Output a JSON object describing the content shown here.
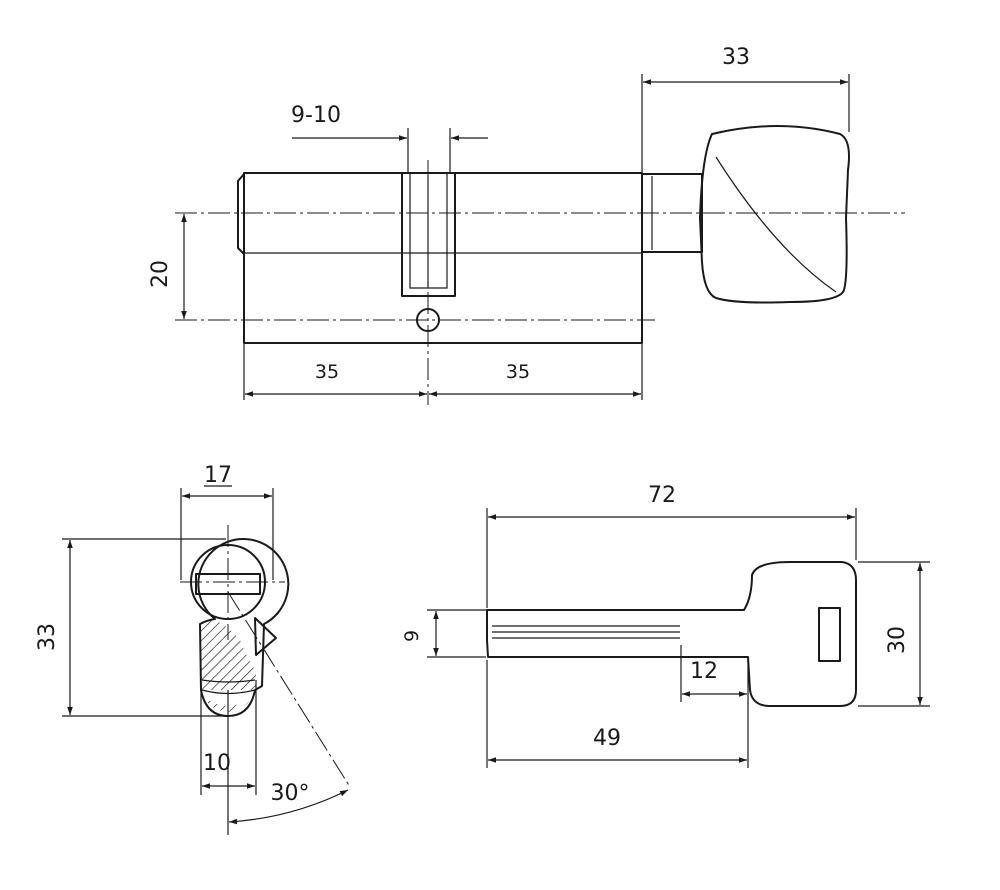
{
  "dimensions": {
    "top_overall_knob": "33",
    "top_cam_width": "9-10",
    "top_height": "20",
    "top_left_length": "35",
    "top_right_length": "35",
    "profile_width": "17",
    "profile_height": "33",
    "profile_bottom_width": "10",
    "profile_cam_angle": "30°",
    "key_overall_length": "72",
    "key_blade_height": "9",
    "key_head_height": "30",
    "key_shoulder": "12",
    "key_blade_length": "49"
  }
}
